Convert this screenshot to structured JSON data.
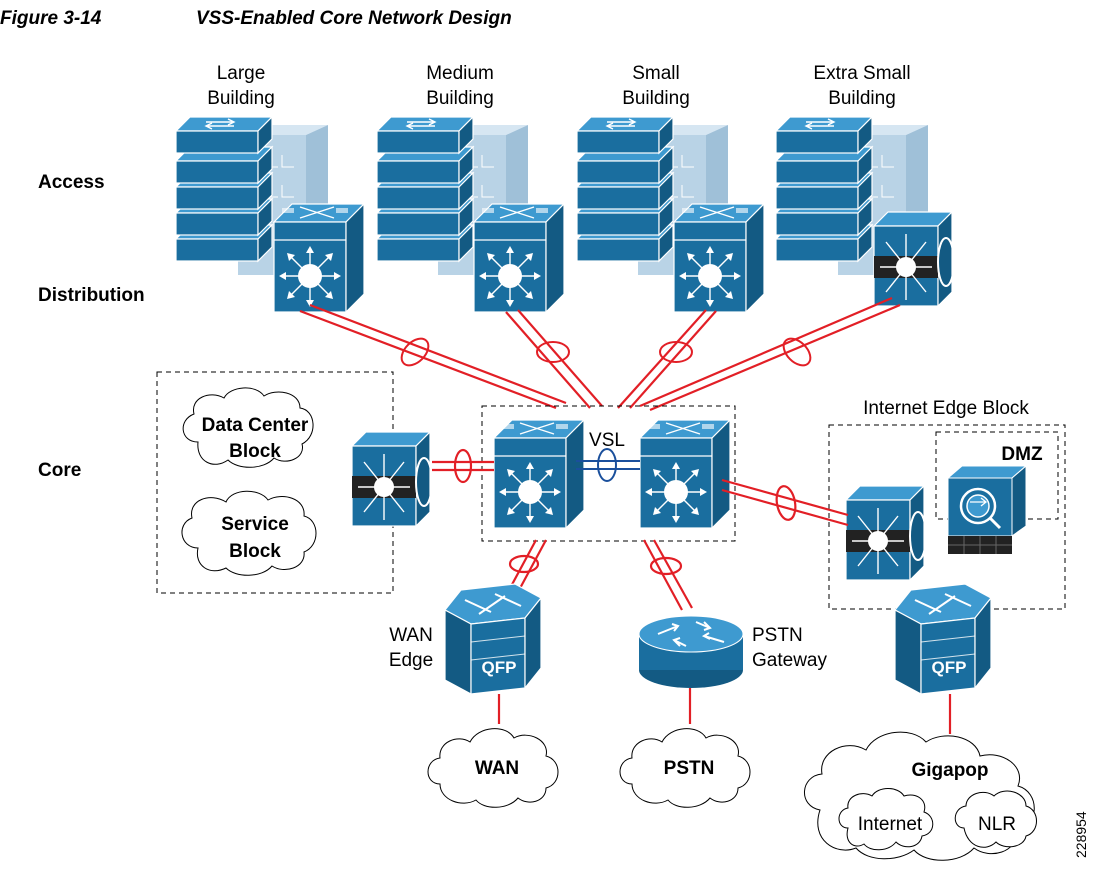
{
  "caption": {
    "number": "Figure 3-14",
    "title": "VSS-Enabled Core Network Design"
  },
  "tiers": {
    "access": "Access",
    "distribution": "Distribution",
    "core": "Core"
  },
  "buildings": [
    {
      "line1": "Large",
      "line2": "Building"
    },
    {
      "line1": "Medium",
      "line2": "Building"
    },
    {
      "line1": "Small",
      "line2": "Building"
    },
    {
      "line1": "Extra Small",
      "line2": "Building"
    }
  ],
  "core": {
    "vsl": "VSL"
  },
  "data_center": {
    "dc_line1": "Data Center",
    "dc_line2": "Block",
    "svc_line1": "Service",
    "svc_line2": "Block"
  },
  "internet_edge": {
    "title": "Internet Edge Block",
    "dmz": "DMZ"
  },
  "wan_edge": {
    "line1": "WAN",
    "line2": "Edge",
    "qfp": "QFP"
  },
  "pstn_gateway": {
    "line1": "PSTN",
    "line2": "Gateway"
  },
  "internet_router": {
    "qfp": "QFP"
  },
  "clouds": {
    "wan": "WAN",
    "pstn": "PSTN",
    "gigapop": "Gigapop",
    "internet": "Internet",
    "nlr": "NLR"
  },
  "figure_id": "228954",
  "colors": {
    "device_blue": "#1a6e9f",
    "device_light": "#2f8bbf",
    "link_red": "#e21f26",
    "vsl_blue": "#1a4f9c",
    "building_ghost": "#b9d3e6"
  }
}
